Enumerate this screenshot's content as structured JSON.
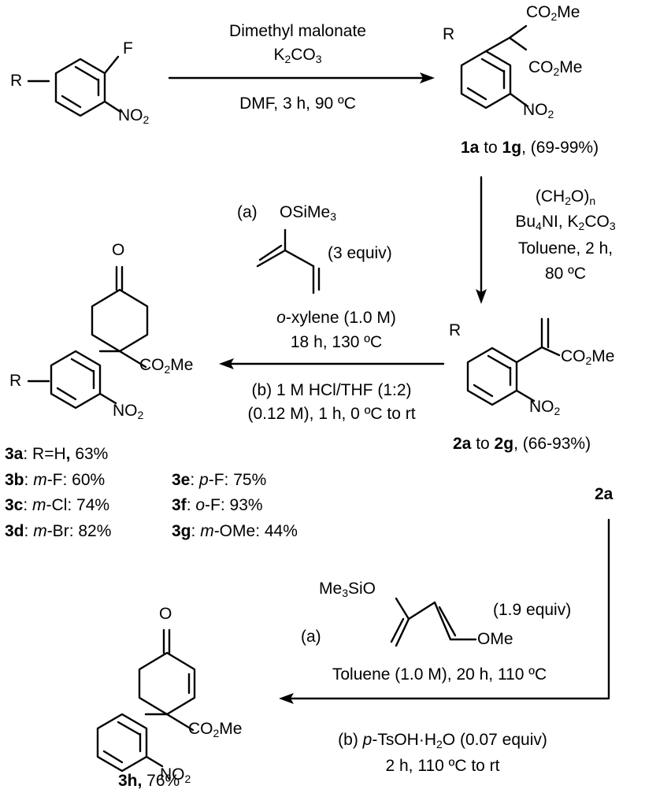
{
  "reagents": {
    "step1": {
      "line1": "Dimethyl malonate",
      "line2_main": "K",
      "line2_sub1": "2",
      "line2_mid": "CO",
      "line2_sub2": "3",
      "line3": "DMF,  3 h, 90 ºC"
    },
    "step2": {
      "line1_a": "(CH",
      "line1_sub1": "2",
      "line1_b": "O)",
      "line1_sub2": "n",
      "line2_a": "Bu",
      "line2_sub1": "4",
      "line2_b": "NI, K",
      "line2_sub2": "2",
      "line2_c": "CO",
      "line2_sub3": "3",
      "line3": "Toluene,  2 h,",
      "line4": "80 ºC"
    },
    "step3": {
      "tag_a": "(a)",
      "diene_a": "OSiMe",
      "diene_a_sub": "3",
      "equiv": "(3 equiv)",
      "solvent_italic": "o",
      "solvent_rest": "-xylene (1.0 M)",
      "time": "18 h, 130 ºC",
      "tag_b_line": "(b) 1 M HCl/THF (1:2)",
      "tag_b_line2": "(0.12 M), 1 h, 0 ºC to rt"
    },
    "step4": {
      "tag_a": "(a)",
      "diene_a": "Me",
      "diene_a_sub": "3",
      "diene_b": "SiO",
      "equiv": "(1.9 equiv)",
      "ome": "OMe",
      "cond1": "Toluene  (1.0 M), 20 h, 110 ºC",
      "tag_b_pre": "(b) ",
      "tag_b_italic": "p",
      "tag_b_mid": "-TsOH·H",
      "tag_b_sub": "2",
      "tag_b_post": "O (0.07 equiv)",
      "cond2": "2 h, 110 ºC to rt"
    }
  },
  "labels": {
    "sm_R": "R",
    "sm_F": "F",
    "sm_NO": "NO",
    "sm_NO_sub": "2",
    "p1_R": "R",
    "p1_co2me_top_a": "CO",
    "p1_co2me_top_sub": "2",
    "p1_co2me_top_b": "Me",
    "p1_co2me_bot_a": "CO",
    "p1_co2me_bot_sub": "2",
    "p1_co2me_bot_b": "Me",
    "p1_NO": "NO",
    "p1_NO_sub": "2",
    "p1_caption_a": "1a",
    "p1_caption_mid": " to ",
    "p1_caption_b": "1g",
    "p1_caption_yield": ", (69-99%)",
    "p2_R": "R",
    "p2_co2me_a": "CO",
    "p2_co2me_sub": "2",
    "p2_co2me_b": "Me",
    "p2_NO": "NO",
    "p2_NO_sub": "2",
    "p2_caption_a": "2a",
    "p2_caption_mid": " to ",
    "p2_caption_b": "2g",
    "p2_caption_yield": ", (66-93%)",
    "p3_O": "O",
    "p3_R": "R",
    "p3_co2me_a": "CO",
    "p3_co2me_sub": "2",
    "p3_co2me_b": "Me",
    "p3_NO": "NO",
    "p3_NO_sub": "2",
    "start_2a": "2a",
    "p3h_O": "O",
    "p3h_co2me_a": "CO",
    "p3h_co2me_sub": "2",
    "p3h_co2me_b": "Me",
    "p3h_NO": "NO",
    "p3h_NO_sub": "2",
    "p3h_caption_a": "3h,",
    "p3h_caption_yield": " 76%"
  },
  "yields": [
    {
      "id": "3a",
      "sep": ": ",
      "sub_it": "",
      "sub_rest": "R=H",
      "bold_comma": ",",
      "val": " 63%"
    },
    {
      "id": "3b",
      "sep": ": ",
      "sub_it": "m",
      "sub_rest": "-F",
      "bold_comma": "",
      "val": ": 60%"
    },
    {
      "id": "3c",
      "sep": ": ",
      "sub_it": "m",
      "sub_rest": "-Cl",
      "bold_comma": "",
      "val": ": 74%"
    },
    {
      "id": "3d",
      "sep": ": ",
      "sub_it": "m",
      "sub_rest": "-Br",
      "bold_comma": "",
      "val": ": 82%"
    },
    {
      "id": "3e",
      "sep": ": ",
      "sub_it": "p",
      "sub_rest": "-F",
      "bold_comma": "",
      "val": ": 75%"
    },
    {
      "id": "3f",
      "sep": ": ",
      "sub_it": "o",
      "sub_rest": "-F",
      "bold_comma": "",
      "val": ": 93%"
    },
    {
      "id": "3g",
      "sep": ": ",
      "sub_it": "m",
      "sub_rest": "-OMe",
      "bold_comma": "",
      "val": ": 44%"
    }
  ]
}
